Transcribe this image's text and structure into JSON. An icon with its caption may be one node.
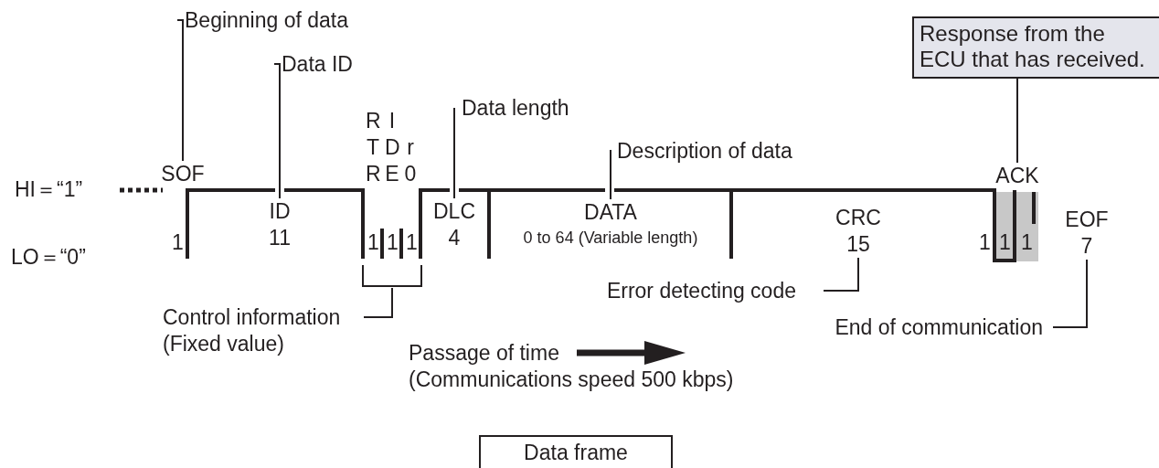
{
  "diagram": {
    "caption": "Data frame",
    "nodes": [
      {
        "text": [
          "Beginning of data"
        ]
      },
      {
        "text": [
          "SOF"
        ]
      },
      {
        "text": [
          "Data ID"
        ]
      },
      {
        "text": [
          "ID",
          "11"
        ]
      },
      {
        "text": [
          "Data length"
        ]
      },
      {
        "text": [
          "DLC",
          "4"
        ]
      },
      {
        "text": [
          "Description of data"
        ]
      },
      {
        "text": [
          "DATA",
          "0 to 64 (Variable length)"
        ]
      },
      {
        "text": [
          "Response from the ECU that has received."
        ]
      },
      {
        "text": [
          "ACK"
        ]
      },
      {
        "text": [
          "Error detecting code"
        ]
      },
      {
        "text": [
          "CRC",
          "15"
        ]
      },
      {
        "text": [
          "End of communication"
        ]
      },
      {
        "text": [
          "EOF",
          "7"
        ]
      },
      {
        "text": [
          "Control information (Fixed value)"
        ]
      },
      {
        "text": [],
        "shape": "bracket"
      }
    ],
    "edges": [
      {
        "from": 0,
        "to": 1,
        "arrow": "none"
      },
      {
        "from": 2,
        "to": 3,
        "arrow": "none"
      },
      {
        "from": 4,
        "to": 5,
        "arrow": "none"
      },
      {
        "from": 6,
        "to": 7,
        "arrow": "none"
      },
      {
        "from": 8,
        "to": 9,
        "arrow": "none"
      },
      {
        "from": 10,
        "to": 11,
        "arrow": "none"
      },
      {
        "from": 12,
        "to": 13,
        "arrow": "none"
      },
      {
        "from": 14,
        "to": 15,
        "arrow": "none"
      }
    ],
    "labels": [
      "HI＝“1”",
      "LO＝“0”",
      "RTR",
      "IDE",
      "r0",
      "1",
      "1",
      "1",
      "1",
      "1",
      "1",
      "1",
      "Passage of time",
      "(Communications speed 500 kbps)"
    ]
  }
}
